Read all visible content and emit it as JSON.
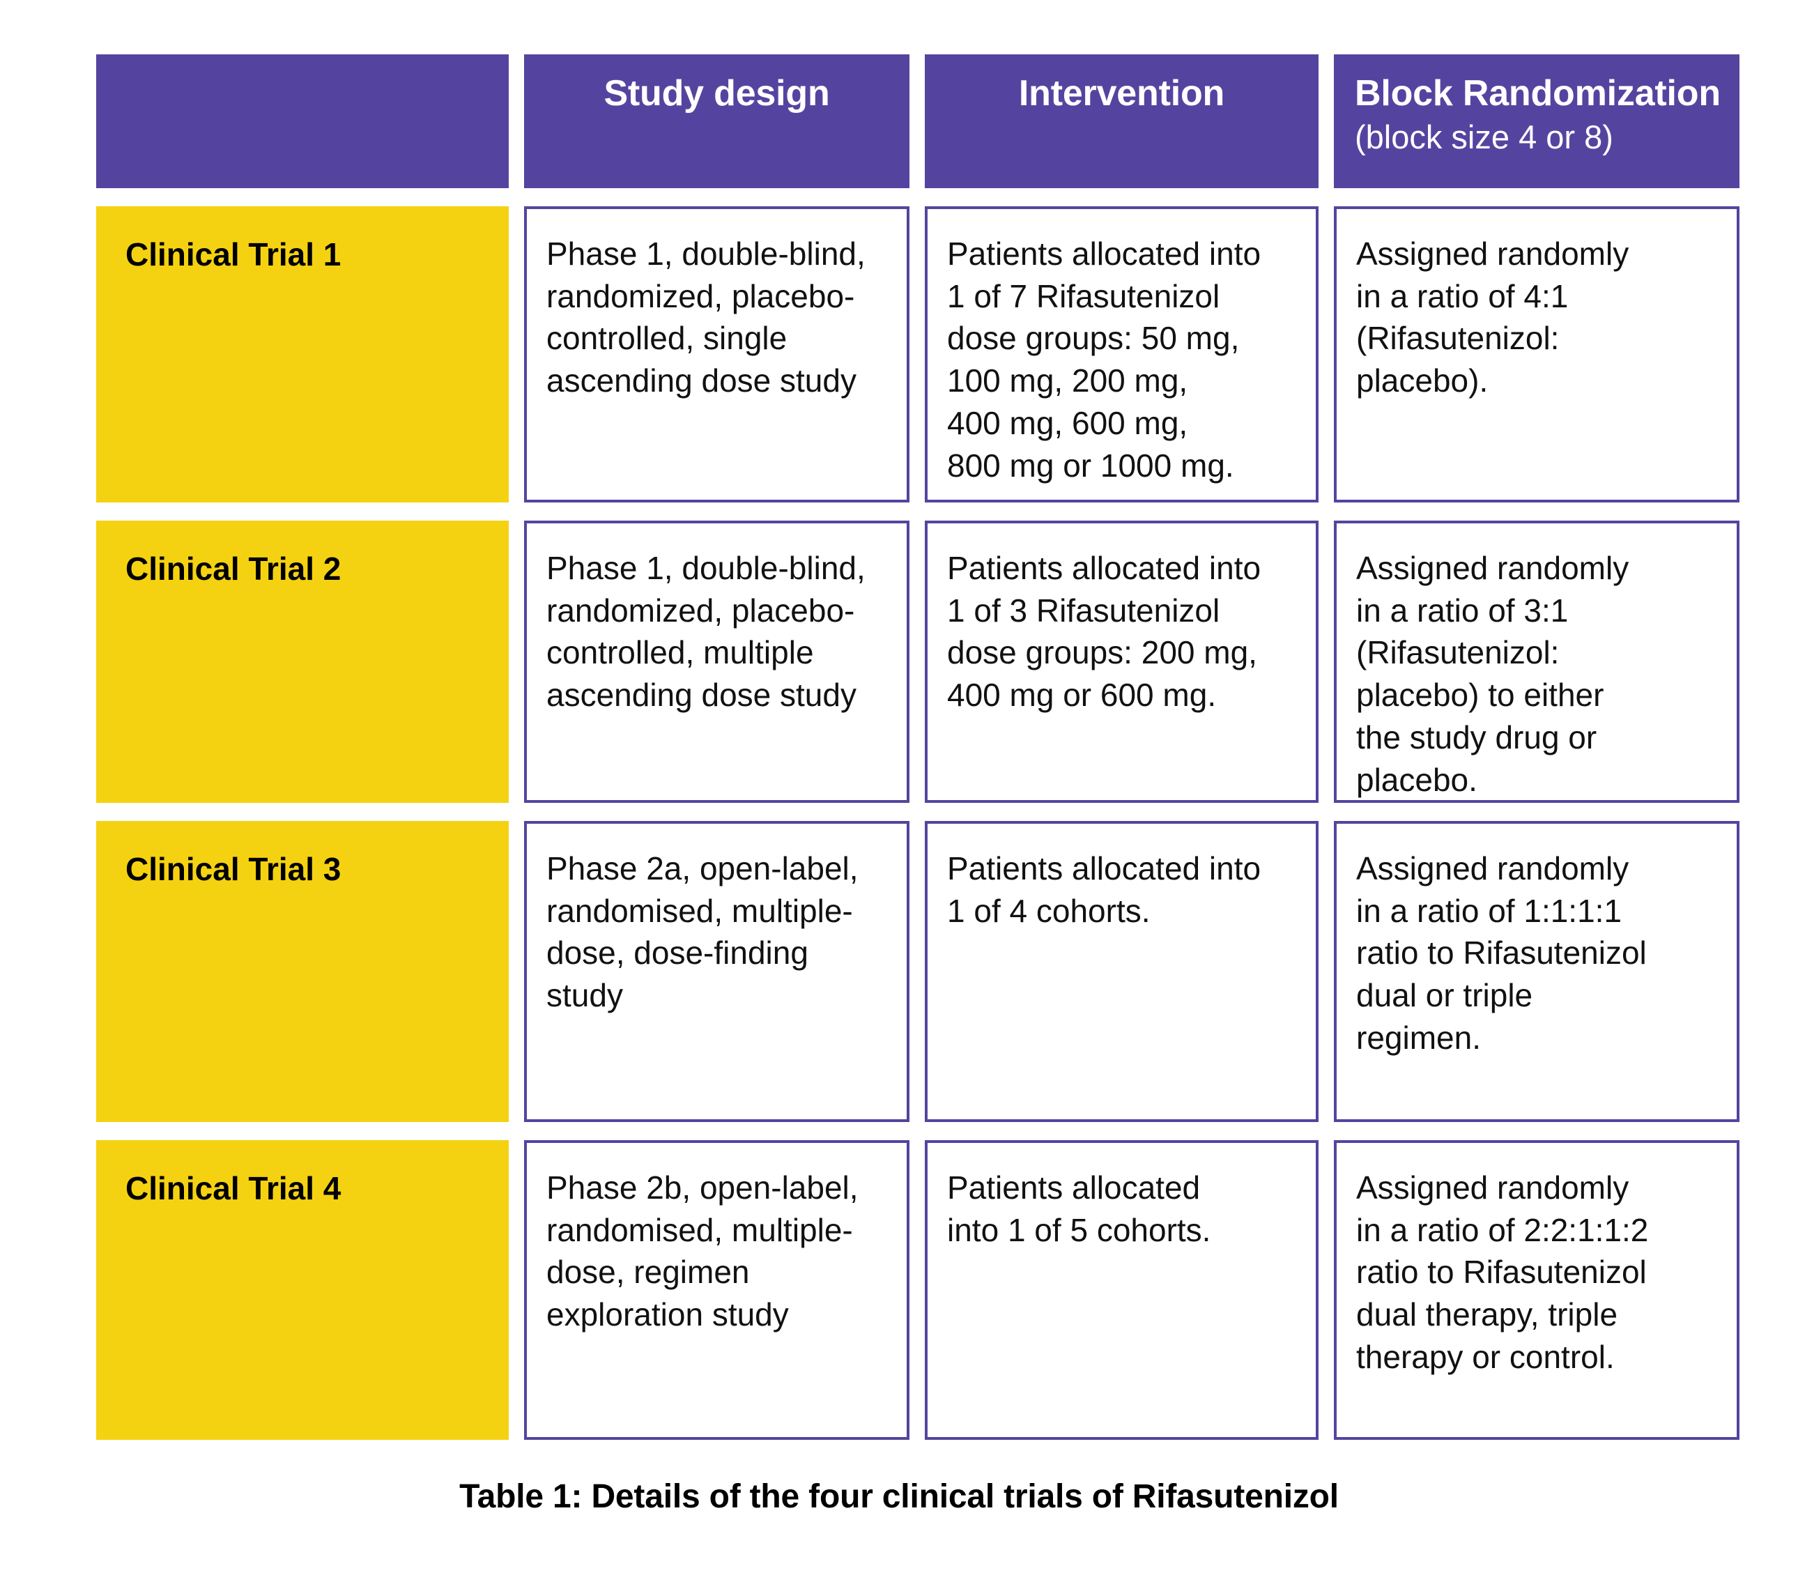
{
  "colors": {
    "header_purple": "#55449F",
    "label_yellow": "#F5D211",
    "cell_border": "#55449F",
    "text_black": "#111111",
    "header_text": "#FFFFFF"
  },
  "table": {
    "headers": {
      "corner": "",
      "study_design": "Study design",
      "intervention": "Intervention",
      "block_randomization_title": "Block Randomization",
      "block_randomization_sub": "(block size 4 or 8)"
    },
    "rows": [
      {
        "label": "Clinical Trial 1",
        "study_design_lines": [
          "Phase 1, double-blind,",
          "randomized, placebo-",
          "controlled, single",
          "ascending dose study"
        ],
        "intervention_lines": [
          "Patients allocated into",
          "1 of 7 Rifasutenizol",
          "dose groups: 50 mg,",
          "100 mg, 200 mg,",
          "400 mg, 600 mg,",
          "800 mg or 1000 mg."
        ],
        "block_randomization_lines": [
          "Assigned randomly",
          "in a ratio of 4:1",
          "(Rifasutenizol:",
          "placebo)."
        ]
      },
      {
        "label": "Clinical Trial 2",
        "study_design_lines": [
          "Phase 1, double-blind,",
          "randomized, placebo-",
          "controlled, multiple",
          "ascending dose study"
        ],
        "intervention_lines": [
          "Patients allocated into",
          "1 of 3 Rifasutenizol",
          "dose groups: 200 mg,",
          "400 mg or 600 mg."
        ],
        "block_randomization_lines": [
          "Assigned randomly",
          "in a ratio of 3:1",
          "(Rifasutenizol:",
          "placebo) to either",
          "the study drug or",
          "placebo."
        ]
      },
      {
        "label": "Clinical Trial 3",
        "study_design_lines": [
          "Phase 2a, open-label,",
          "randomised, multiple-",
          "dose, dose-finding",
          "study"
        ],
        "intervention_lines": [
          "Patients allocated into",
          "1 of 4 cohorts."
        ],
        "block_randomization_lines": [
          "Assigned randomly",
          "in a ratio of 1:1:1:1",
          "ratio to Rifasutenizol",
          "dual or triple",
          "regimen."
        ]
      },
      {
        "label": "Clinical Trial 4",
        "study_design_lines": [
          "Phase 2b, open-label,",
          "randomised, multiple-",
          "dose, regimen",
          "exploration study"
        ],
        "intervention_lines": [
          "Patients allocated",
          "into 1 of 5 cohorts."
        ],
        "block_randomization_lines": [
          "Assigned randomly",
          "in a ratio of 2:2:1:1:2",
          "ratio to Rifasutenizol",
          "dual therapy, triple",
          "therapy or control."
        ]
      }
    ]
  },
  "caption": "Table 1: Details of the four clinical trials of Rifasutenizol"
}
